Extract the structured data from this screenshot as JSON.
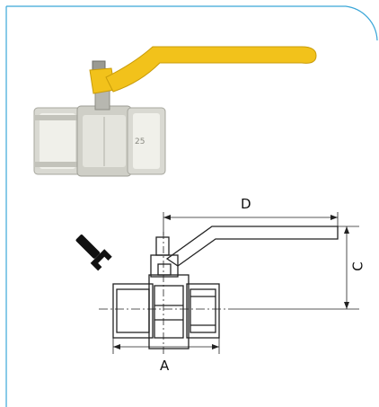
{
  "product": {
    "photo_icon": "yellow-lever-ball-valve-photo",
    "wrench_icon": "wrench-icon",
    "handle_color": "#f2c21b",
    "frame_color": "#3aa6d8"
  },
  "drawing": {
    "dimensions": {
      "a": "A",
      "c": "C",
      "d": "D"
    }
  }
}
